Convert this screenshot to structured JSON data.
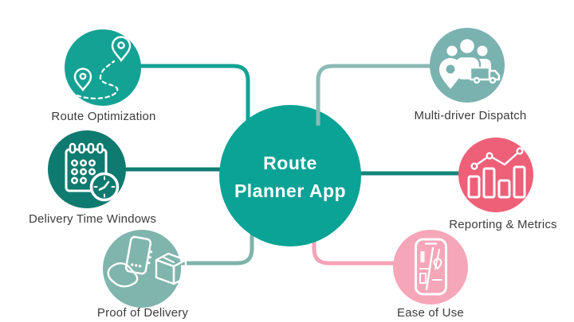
{
  "canvas": {
    "background": "#ffffff",
    "label_text_color": "#3c3c3c"
  },
  "center": {
    "label_line1": "Route",
    "label_line2": "Planner App",
    "color": "#0ba396",
    "text_color": "#ffffff"
  },
  "nodes": [
    {
      "id": "route-optimization",
      "label": "Route Optimization",
      "icon": "route-pins-icon",
      "circle_color": "#14a294",
      "line_color": "#14a294"
    },
    {
      "id": "delivery-time-windows",
      "label": "Delivery Time Windows",
      "icon": "calendar-clock-icon",
      "circle_color": "#0f7a6f",
      "line_color": "#117c71"
    },
    {
      "id": "proof-of-delivery",
      "label": "Proof of Delivery",
      "icon": "phone-package-icon",
      "circle_color": "#7fb5ac",
      "line_color": "#7fb3ab"
    },
    {
      "id": "multi-driver-dispatch",
      "label": "Multi-driver Dispatch",
      "icon": "drivers-group-icon",
      "circle_color": "#7ab2b0",
      "line_color": "#8cbab6"
    },
    {
      "id": "reporting-metrics",
      "label": "Reporting & Metrics",
      "icon": "bar-chart-icon",
      "circle_color": "#ee5f78",
      "line_color": "#15857a"
    },
    {
      "id": "ease-of-use",
      "label": "Ease of Use",
      "icon": "phone-map-icon",
      "circle_color": "#f6a6b9",
      "line_color": "#f4a2b6"
    }
  ]
}
